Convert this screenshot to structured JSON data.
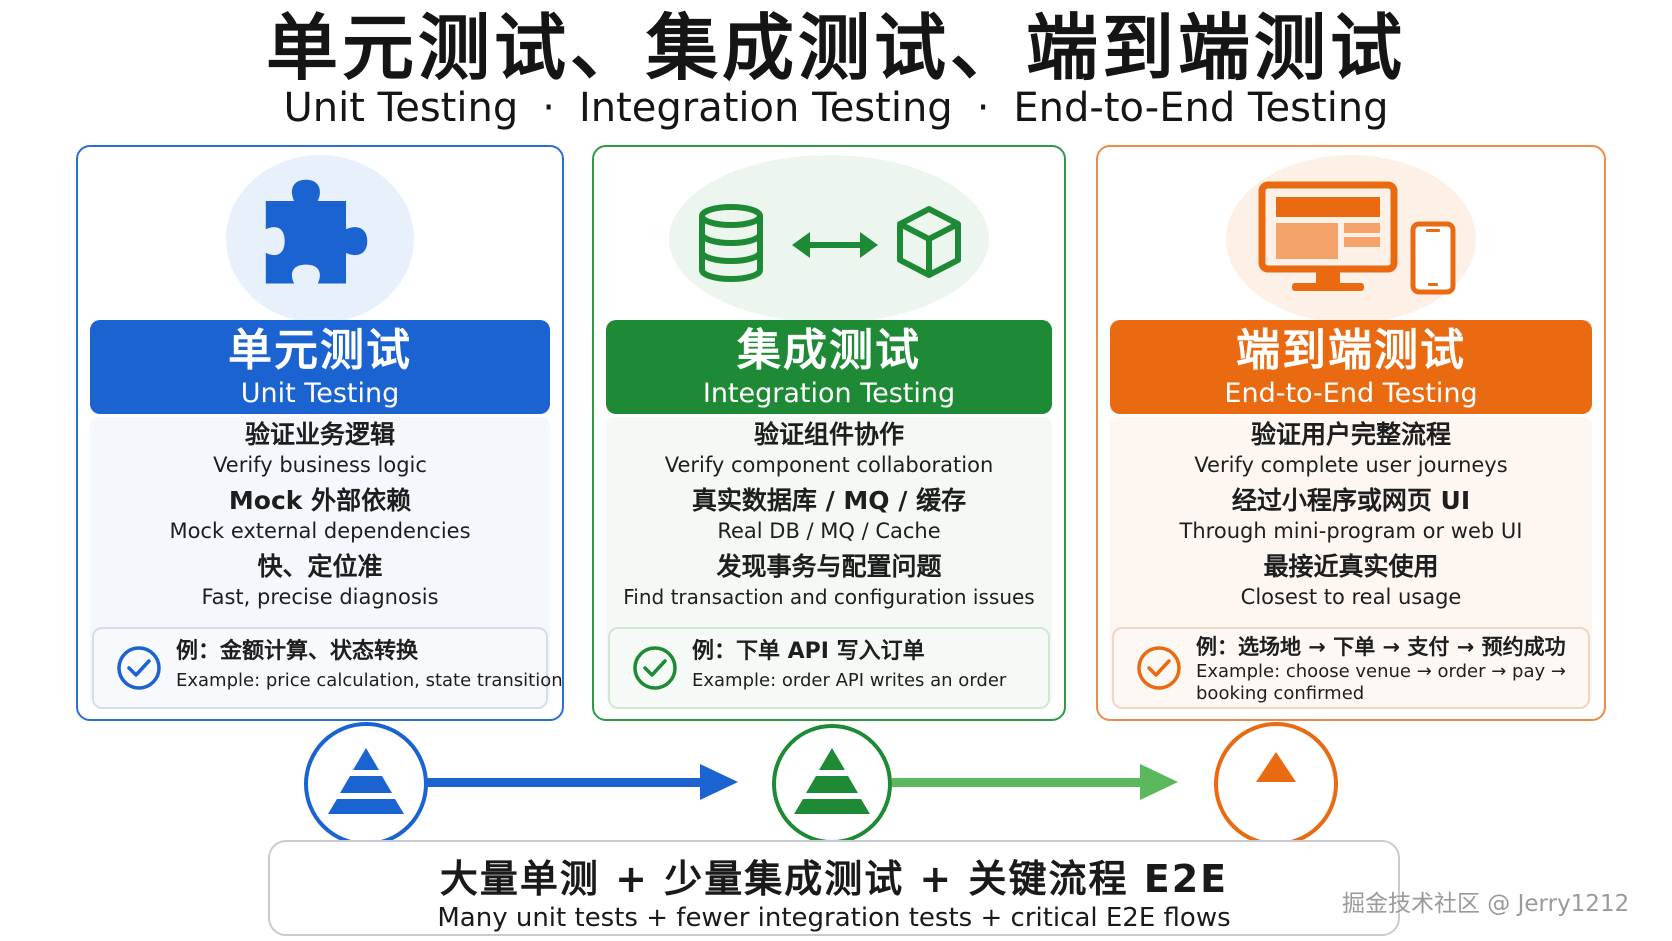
{
  "title": {
    "zh": "单元测试、集成测试、端到端测试",
    "en_parts": [
      "Unit Testing",
      "Integration Testing",
      "End-to-End Testing"
    ],
    "separator": "·"
  },
  "cards": [
    {
      "color": "#1a63d0",
      "icon": "puzzle-icon",
      "banner_zh": "单元测试",
      "banner_en": "Unit Testing",
      "points": [
        {
          "zh": "验证业务逻辑",
          "en": "Verify business logic"
        },
        {
          "zh": "Mock 外部依赖",
          "en": "Mock external dependencies"
        },
        {
          "zh": "快、定位准",
          "en": "Fast, precise diagnosis"
        }
      ],
      "example_zh": "例：金额计算、状态转换",
      "example_en": "Example: price calculation, state transition"
    },
    {
      "color": "#1f8a35",
      "icon": "database-cube-icon",
      "banner_zh": "集成测试",
      "banner_en": "Integration Testing",
      "points": [
        {
          "zh": "验证组件协作",
          "en": "Verify component collaboration"
        },
        {
          "zh": "真实数据库 / MQ / 缓存",
          "en": "Real DB / MQ / Cache"
        },
        {
          "zh": "发现事务与配置问题",
          "en": "Find transaction and configuration issues"
        }
      ],
      "example_zh": "例：下单 API 写入订单",
      "example_en": "Example: order API writes an order"
    },
    {
      "color": "#ea6a12",
      "icon": "monitor-phone-icon",
      "banner_zh": "端到端测试",
      "banner_en": "End-to-End Testing",
      "points": [
        {
          "zh": "验证用户完整流程",
          "en": "Verify complete user journeys"
        },
        {
          "zh": "经过小程序或网页 UI",
          "en": "Through mini-program or web UI"
        },
        {
          "zh": "最接近真实使用",
          "en": "Closest to real usage"
        }
      ],
      "example_zh": "例：选场地 → 下单 → 支付 → 预约成功",
      "example_en": "Example: choose venue → order → pay → booking confirmed"
    }
  ],
  "summary": {
    "zh": "大量单测 + 少量集成测试 + 关键流程 E2E",
    "en": "Many unit tests + fewer integration tests + critical E2E flows"
  },
  "watermark": "掘金技术社区 @ Jerry1212"
}
